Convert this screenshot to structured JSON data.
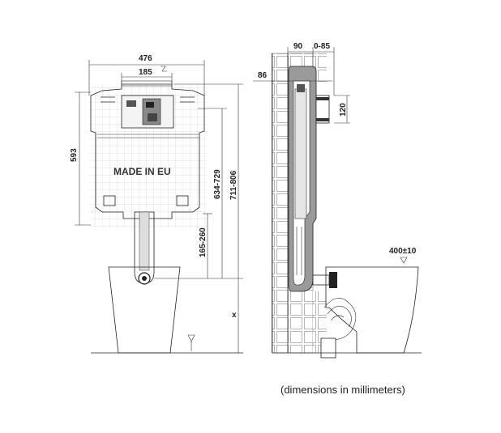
{
  "labels": {
    "width_total": "476",
    "width_inner": "185",
    "height_frame": "593",
    "made_in": "MADE IN EU",
    "height_range_1": "634-729",
    "height_range_2": "711-806",
    "outlet_height": "165-260",
    "floor_var": "x",
    "depth_90": "90",
    "depth_adj": "0-85",
    "offset_86": "86",
    "pipe_120": "120",
    "pan_height": "400±10"
  },
  "caption": "(dimensions in millimeters)"
}
